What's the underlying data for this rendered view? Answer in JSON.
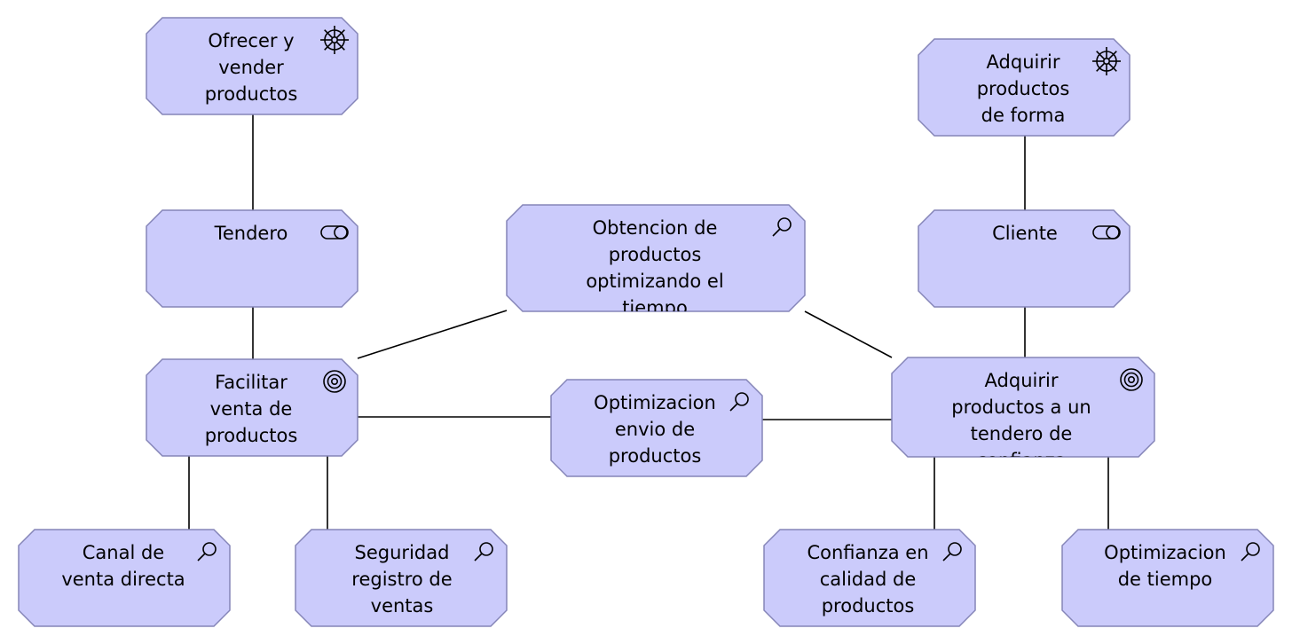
{
  "diagram": {
    "nodes": [
      {
        "id": "n1",
        "type": "driver",
        "icon": "driver-icon",
        "lines": [
          "Ofrecer y",
          "vender",
          "productos"
        ]
      },
      {
        "id": "n2",
        "type": "driver",
        "icon": "driver-icon",
        "lines": [
          "Adquirir",
          "productos",
          "de forma"
        ]
      },
      {
        "id": "n3",
        "type": "stakeholder",
        "icon": "stakeholder-icon",
        "lines": [
          "Tendero"
        ]
      },
      {
        "id": "n4",
        "type": "assessment",
        "icon": "assessment-icon",
        "lines": [
          "Obtencion de",
          "productos",
          "optimizando el",
          "tiempo"
        ]
      },
      {
        "id": "n5",
        "type": "stakeholder",
        "icon": "stakeholder-icon",
        "lines": [
          "Cliente"
        ]
      },
      {
        "id": "n6",
        "type": "goal",
        "icon": "goal-icon",
        "lines": [
          "Facilitar",
          "venta de",
          "productos"
        ]
      },
      {
        "id": "n7",
        "type": "assessment",
        "icon": "assessment-icon",
        "lines": [
          "Optimizacion",
          "envio de",
          "productos"
        ]
      },
      {
        "id": "n8",
        "type": "goal",
        "icon": "goal-icon",
        "lines": [
          "Adquirir",
          "productos a un",
          "tendero de",
          "confianza"
        ]
      },
      {
        "id": "n9",
        "type": "assessment",
        "icon": "assessment-icon",
        "lines": [
          "Canal de",
          "venta directa"
        ]
      },
      {
        "id": "n10",
        "type": "assessment",
        "icon": "assessment-icon",
        "lines": [
          "Seguridad",
          "registro de",
          "ventas"
        ]
      },
      {
        "id": "n11",
        "type": "assessment",
        "icon": "assessment-icon",
        "lines": [
          "Confianza en",
          "calidad de",
          "productos"
        ]
      },
      {
        "id": "n12",
        "type": "assessment",
        "icon": "assessment-icon",
        "lines": [
          "Optimizacion",
          "de tiempo"
        ]
      }
    ],
    "edges": [
      {
        "from": "n1",
        "to": "n3"
      },
      {
        "from": "n3",
        "to": "n6"
      },
      {
        "from": "n2",
        "to": "n5"
      },
      {
        "from": "n5",
        "to": "n8"
      },
      {
        "from": "n6",
        "to": "n4"
      },
      {
        "from": "n4",
        "to": "n8"
      },
      {
        "from": "n6",
        "to": "n7"
      },
      {
        "from": "n7",
        "to": "n8"
      },
      {
        "from": "n6",
        "to": "n9"
      },
      {
        "from": "n6",
        "to": "n10"
      },
      {
        "from": "n8",
        "to": "n11"
      },
      {
        "from": "n8",
        "to": "n12"
      }
    ]
  }
}
